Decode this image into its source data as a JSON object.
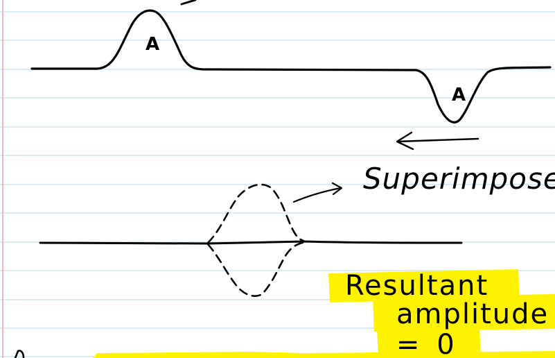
{
  "colors": {
    "paper": "#ffffff",
    "rule_line": "#cfe6f2",
    "margin_line": "#e8a0a0",
    "ink": "#000000",
    "highlight": "#fff200"
  },
  "pulses": {
    "upper_pulse_label": "A",
    "lower_pulse_label": "A"
  },
  "annotations": {
    "superimpose": "Superimpose",
    "resultant_line1": "Resultant",
    "resultant_line2": "amplitude",
    "resultant_line3": "= 0"
  }
}
